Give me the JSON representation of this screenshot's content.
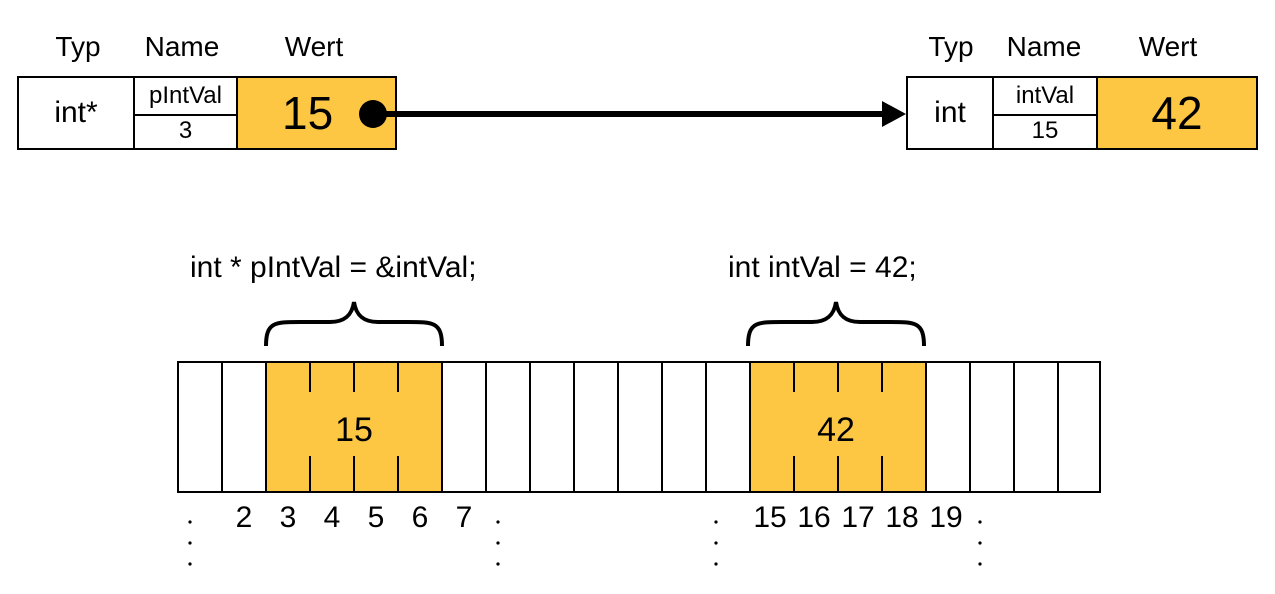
{
  "left_variable": {
    "header_type": "Typ",
    "header_name": "Name",
    "header_value": "Wert",
    "type": "int*",
    "name": "pIntVal",
    "address": "3",
    "value": "15"
  },
  "right_variable": {
    "header_type": "Typ",
    "header_name": "Name",
    "header_value": "Wert",
    "type": "int",
    "name": "intVal",
    "address": "15",
    "value": "42"
  },
  "code": {
    "pointer_decl": "int * pIntVal = &intVal;",
    "int_decl": "int intVal = 42;"
  },
  "memory": {
    "cell_count": 21,
    "pointer_block_value": "15",
    "int_block_value": "42",
    "addresses_left": [
      "2",
      "3",
      "4",
      "5",
      "6",
      "7"
    ],
    "addresses_right": [
      "15",
      "16",
      "17",
      "18",
      "19"
    ]
  },
  "colors": {
    "highlight": "#fdc743",
    "line": "#000000"
  }
}
